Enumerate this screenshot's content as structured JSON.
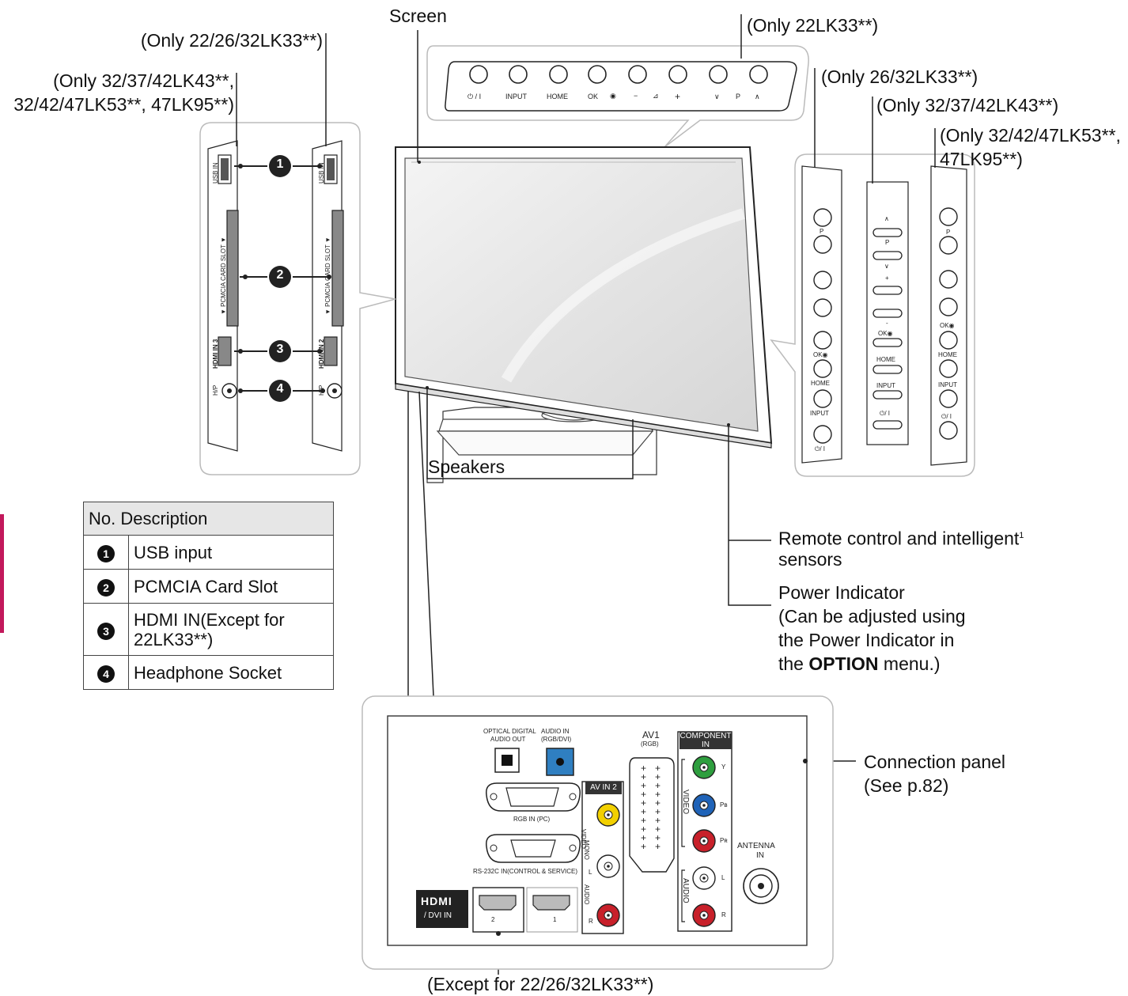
{
  "labels": {
    "screen": "Screen",
    "only_22lk33": "(Only 22LK33**)",
    "only_22_26_32lk33": "(Only 22/26/32LK33**)",
    "only_lk43_lk53_lk95_l1": "(Only 32/37/42LK43**,",
    "only_lk43_lk53_lk95_l2": "32/42/47LK53**, 47LK95**)",
    "only_26_32lk33": "(Only 26/32LK33**)",
    "only_32_37_42lk43": "(Only 32/37/42LK43**)",
    "only_lk53_l1": "(Only 32/42/47LK53**,",
    "only_lk53_l2": "47LK95**)",
    "speakers": "Speakers",
    "remote_l1": "Remote control and intelligent",
    "remote_sup": "1",
    "remote_l2": "sensors",
    "power_l1": "Power Indicator",
    "power_l2": "(Can be adjusted using",
    "power_l3": "the Power Indicator in",
    "power_l4_pre": "the ",
    "power_l4_bold": "OPTION",
    "power_l4_post": " menu.)",
    "connection_l1": "Connection panel",
    "connection_l2": "(See p.82)",
    "except": "(Except for 22/26/32LK33**)"
  },
  "top_buttons": {
    "power": "⏻ / I",
    "input": "INPUT",
    "home": "HOME",
    "ok": "OK",
    "ok_dot": "◉",
    "minus": "−",
    "vol": "⊿",
    "plus": "+",
    "down": "∨",
    "p": "P",
    "up": "∧"
  },
  "side_panel_labels": {
    "usb_in": "USB IN",
    "pcmcia": "▼ PCMCIA CARD SLOT ▼",
    "hdmi3": "HDMI IN 3",
    "hdmi2": "HDMI IN 2",
    "hp": "H/P"
  },
  "callout_numbers": [
    "1",
    "2",
    "3",
    "4"
  ],
  "right_panel_a": {
    "p": "P",
    "ok": "OK◉",
    "home": "HOME",
    "input": "INPUT",
    "power": "⏻/ I"
  },
  "right_panel_b": {
    "up": "∧",
    "p": "P",
    "down": "∨",
    "plus": "+",
    "minus": "-",
    "ok": "OK◉",
    "home": "HOME",
    "input": "INPUT",
    "power": "⏻/ I"
  },
  "right_panel_c": {
    "p": "P",
    "ok": "OK◉",
    "home": "HOME",
    "input": "INPUT",
    "power": "⏻/ I"
  },
  "connection_panel": {
    "optical_l1": "OPTICAL DIGITAL",
    "optical_l2": "AUDIO OUT",
    "audio_in_l1": "AUDIO IN",
    "audio_in_l2": "(RGB/DVI)",
    "rgb_in": "RGB IN (PC)",
    "rs232": "RS-232C IN(CONTROL & SERVICE)",
    "hdmi_logo": "HDMI",
    "dvi_in": "/ DVI IN",
    "hdmi_port_2": "2",
    "hdmi_port_1": "1",
    "av_in_2": "AV IN 2",
    "video": "VIDEO",
    "mono": "MONO",
    "audio": "AUDIO",
    "l": "L",
    "r": "R",
    "av1_l1": "AV1",
    "av1_l2": "(RGB)",
    "component_l1": "COMPONENT",
    "component_l2": "IN",
    "y": "Y",
    "pb": "Pʙ",
    "pr": "Pʀ",
    "antenna_l1": "ANTENNA",
    "antenna_l2": "IN",
    "video_v": "VIDEO",
    "audio_v": "AUDIO"
  },
  "table": {
    "header": "No. Description",
    "rows": [
      {
        "no": "1",
        "desc": "USB input"
      },
      {
        "no": "2",
        "desc": "PCMCIA Card Slot"
      },
      {
        "no": "3",
        "desc_l1": "HDMI IN(Except for",
        "desc_l2": "22LK33**)"
      },
      {
        "no": "4",
        "desc": "Headphone Socket"
      }
    ]
  },
  "colors": {
    "accent_pink": "#c2185b",
    "component_green": "#2e9e3e",
    "component_blue": "#1f63b8",
    "component_red": "#c8202a",
    "video_yellow": "#f2d000",
    "audio_blue": "#2f7fc1"
  }
}
